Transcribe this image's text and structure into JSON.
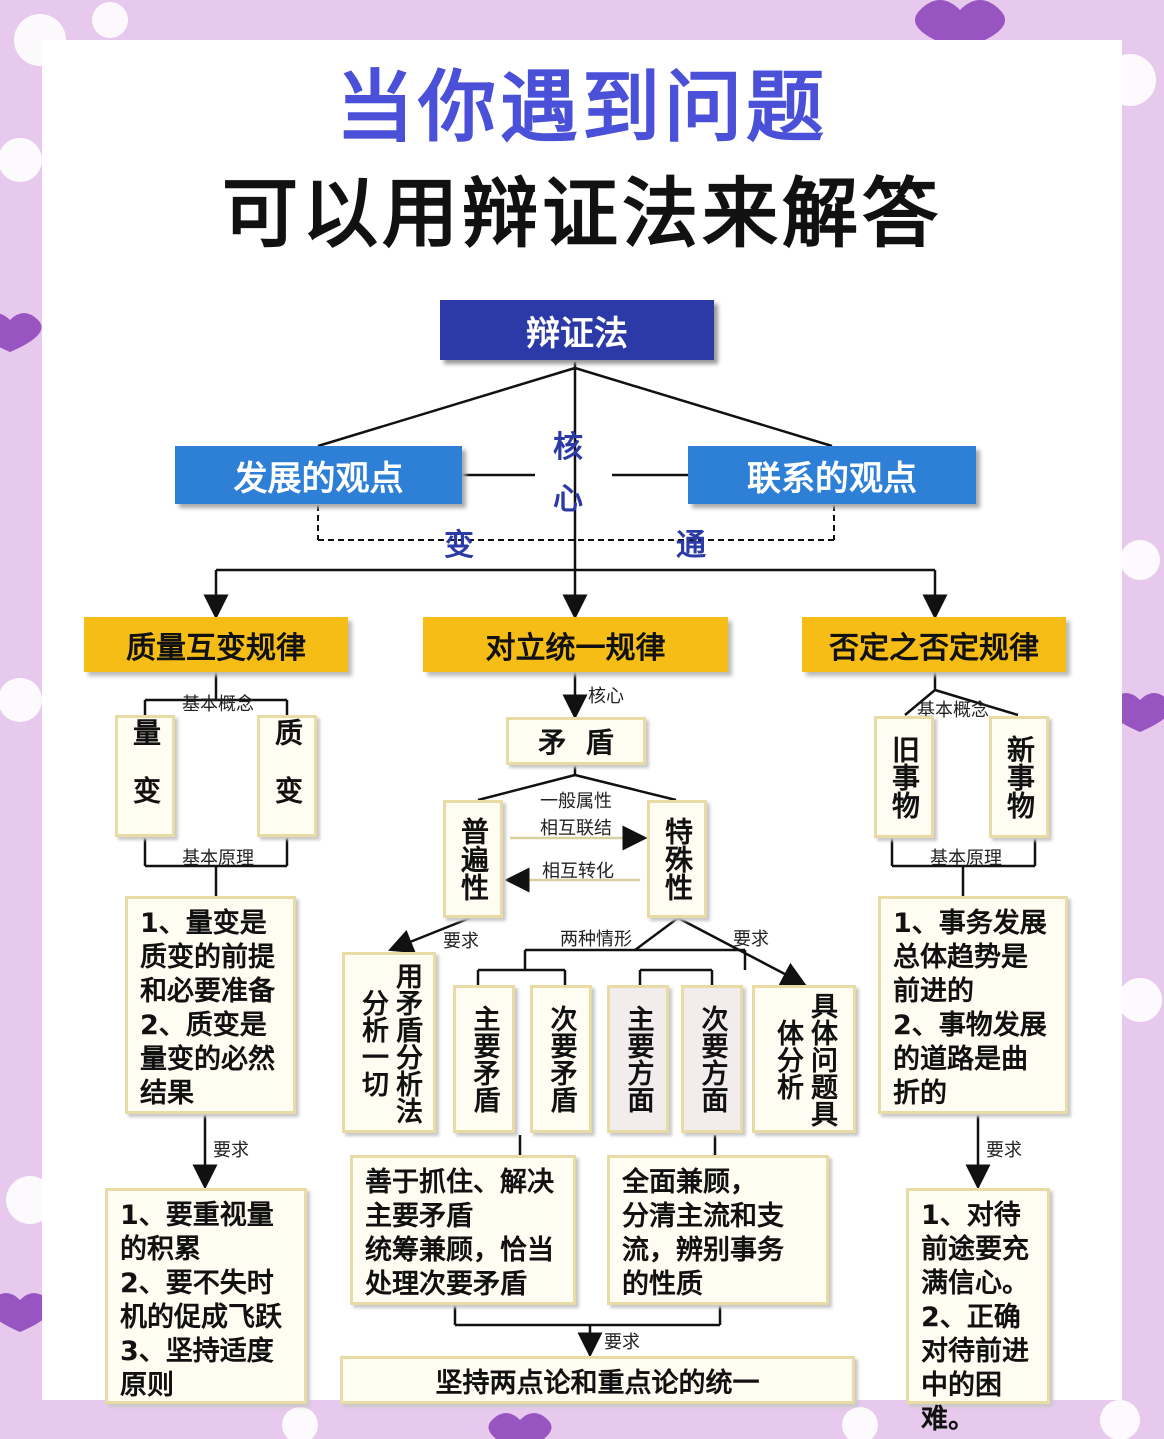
{
  "title": {
    "line1": "当你遇到问题",
    "line2": "可以用辩证法来解答"
  },
  "root": "辩证法",
  "views": {
    "left": "发展的观点",
    "right": "联系的观点"
  },
  "core_chars": [
    "核",
    "心"
  ],
  "bottom_left_char": "变",
  "bottom_right_char": "通",
  "laws": [
    "质量互变规律",
    "对立统一规律",
    "否定之否定规律"
  ],
  "left": {
    "concept_label": "基本概念",
    "a": "量变",
    "b": "质变",
    "principle_label": "基本原理",
    "principle": "1、量变是\n质变的前提\n和必要准备\n2、质变是\n量变的必然\n结果",
    "req_label": "要求",
    "requirement": "1、要重视量\n的积累\n2、要不失时\n机的促成飞跃\n3、坚持适度\n原则"
  },
  "middle": {
    "core_label": "核心",
    "contradiction": "矛  盾",
    "universality": "普遍性",
    "particularity": "特殊性",
    "rel1": "一般属性",
    "rel2": "相互联结",
    "rel3": "相互转化",
    "req_left": "要求",
    "two_cases": "两种情形",
    "req_right": "要求",
    "analysis": "用矛盾分析法分析一切",
    "main_contra": "主要矛盾",
    "second_contra": "次要矛盾",
    "main_aspect": "主要方面",
    "second_aspect": "次要方面",
    "concrete": "具体问题具体分析",
    "method1": "善于抓住、解决\n主要矛盾\n统筹兼顾，恰当\n处理次要矛盾",
    "method2": "全面兼顾，\n分清主流和支\n流，辨别事务\n的性质",
    "req_bottom": "要求",
    "conclusion": "坚持两点论和重点论的统一"
  },
  "right": {
    "concept_label": "基本概念",
    "a": "旧事物",
    "b": "新事物",
    "principle_label": "基本原理",
    "principle": "1、事务发展\n总体趋势是\n前进的\n2、事物发展\n的道路是曲\n折的",
    "req_label": "要求",
    "requirement": "1、对待\n前途要充\n满信心。\n2、正确\n对待前进\n中的困难。"
  },
  "colors": {
    "title_blue": "#4a50d8",
    "navy": "#2b3aa6",
    "blue": "#2e7fd6",
    "gold": "#f6bd16",
    "bg": "#e7c9ee"
  }
}
